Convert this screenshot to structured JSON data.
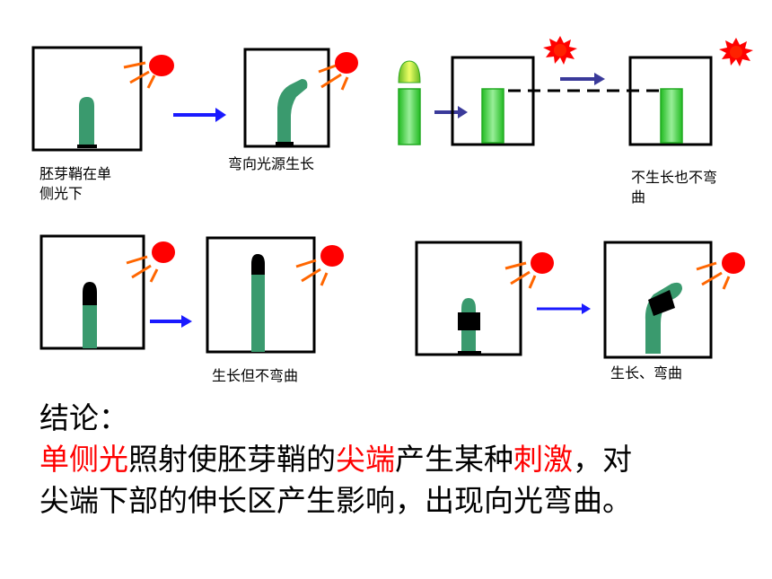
{
  "labels": {
    "exp1_before": "胚芽鞘在单",
    "exp1_before_line2": "侧光下",
    "exp1_after": "弯向光源生长",
    "exp2_result": "不生长也不弯",
    "exp2_result_line2": "曲",
    "exp3_result": "生长但不弯曲",
    "exp4_result": "生长、弯曲"
  },
  "conclusion": {
    "heading": "结论：",
    "line1_part1": "单侧光",
    "line1_part2": "照射使胚芽鞘的",
    "line1_part3": "尖端",
    "line1_part4": "产生某种",
    "line1_part5": "刺激",
    "line1_part6": "，对",
    "line2": "尖端下部的伸长区产生影响，出现向光弯曲。"
  },
  "colors": {
    "seedling": "#3a9a6e",
    "seedling_bright": "#33cc33",
    "tip_yellow": "#ccdd33",
    "sun": "#ff0000",
    "rays": "#ff6600",
    "arrow_blue": "#1a1aff",
    "arrow_dark": "#3a3a9a",
    "highlight": "#ff0000"
  }
}
